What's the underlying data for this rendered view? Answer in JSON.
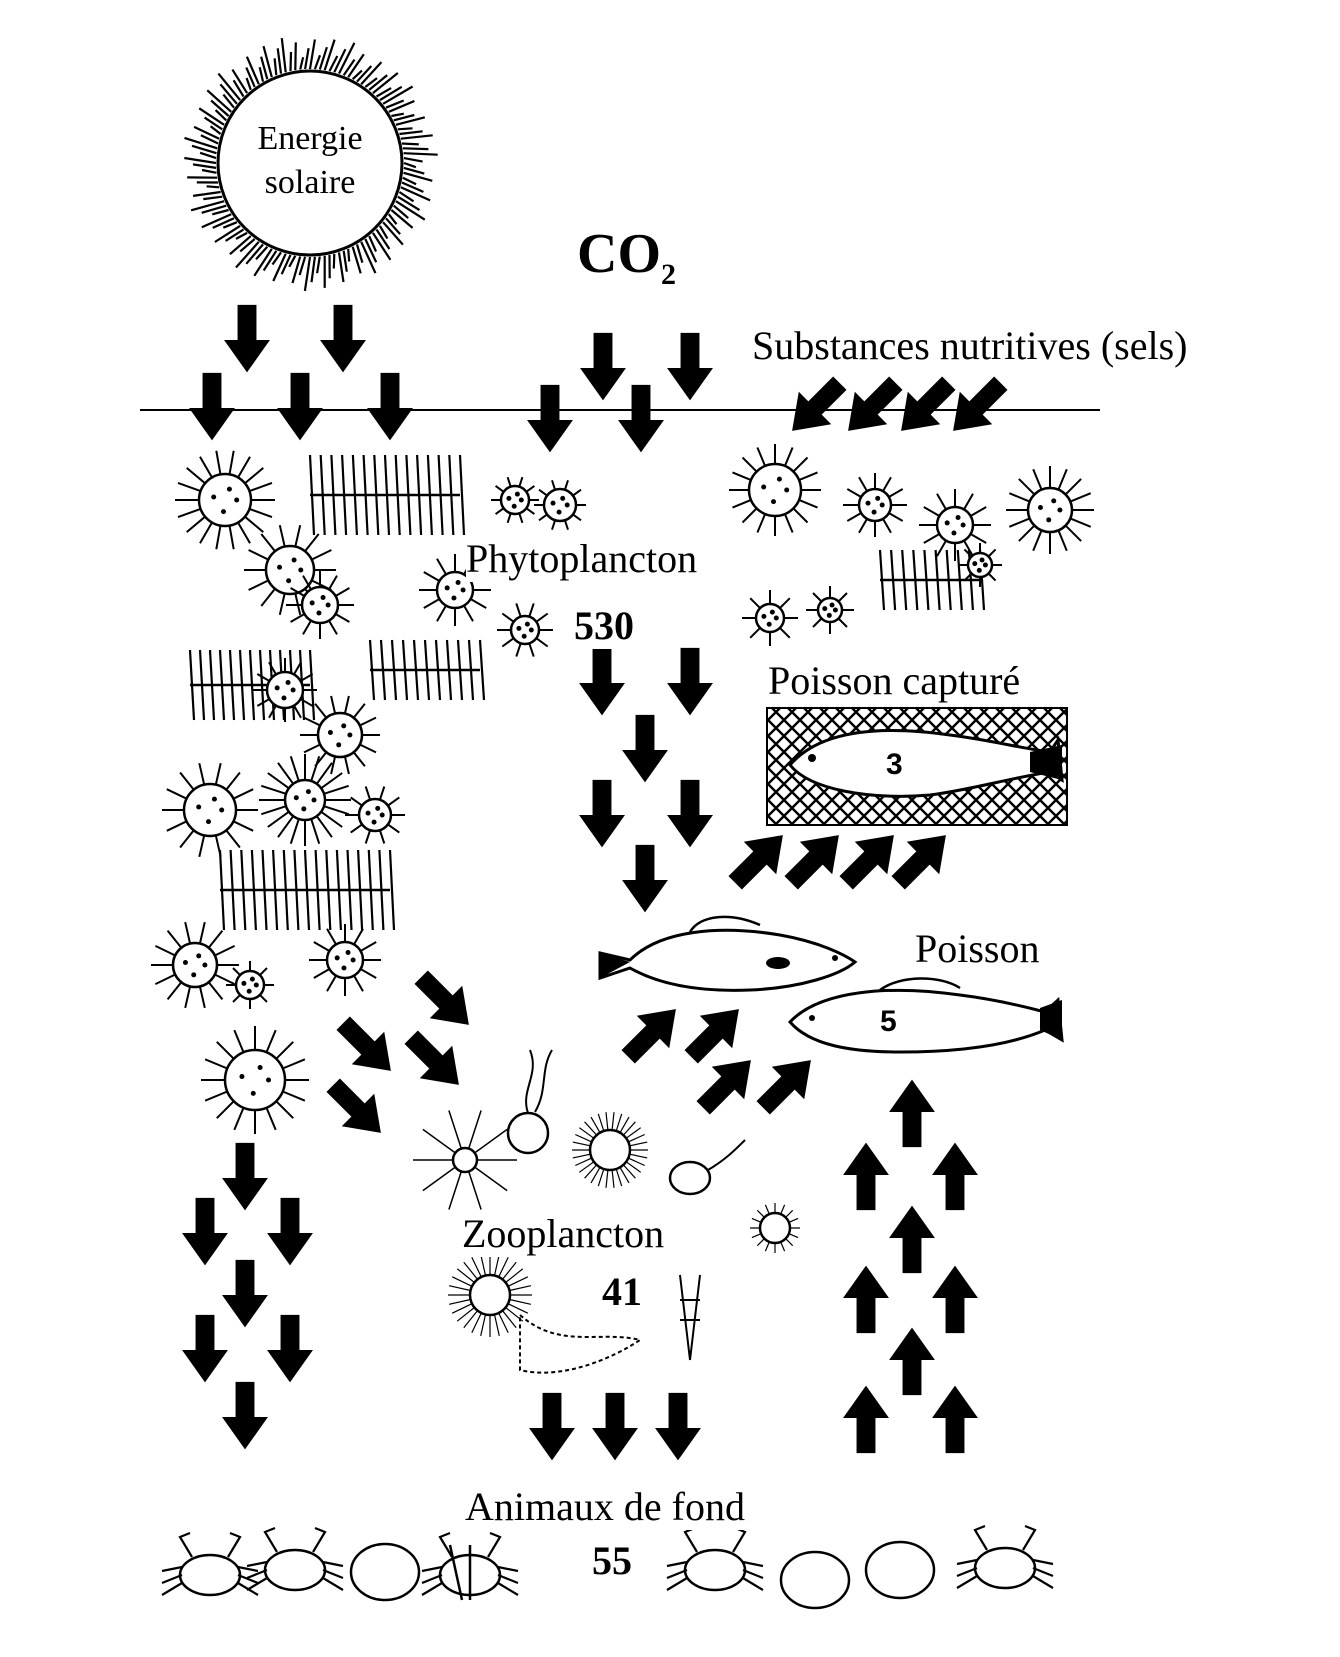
{
  "diagram": {
    "sun_label_line1": "Energie",
    "sun_label_line2": "solaire",
    "co2_main": "CO",
    "co2_sub": "2",
    "nutrients_label": "Substances nutritives (sels)",
    "phytoplankton_label": "Phytoplancton",
    "phytoplankton_value": "530",
    "caught_fish_label": "Poisson capturé",
    "caught_fish_value": "3",
    "fish_label": "Poisson",
    "fish_value": "5",
    "zooplankton_label": "Zooplancton",
    "zooplankton_value": "41",
    "benthos_label": "Animaux de fond",
    "benthos_value": "55"
  },
  "icons": {
    "sun": "sun-icon",
    "arrow": "arrow-icon",
    "fish": "fish-icon",
    "net": "net-icon",
    "phytoplankton": "phytoplankton-icon",
    "zooplankton": "zooplankton-icon",
    "crab": "crab-icon"
  },
  "colors": {
    "ink": "#000000",
    "paper": "#ffffff"
  }
}
